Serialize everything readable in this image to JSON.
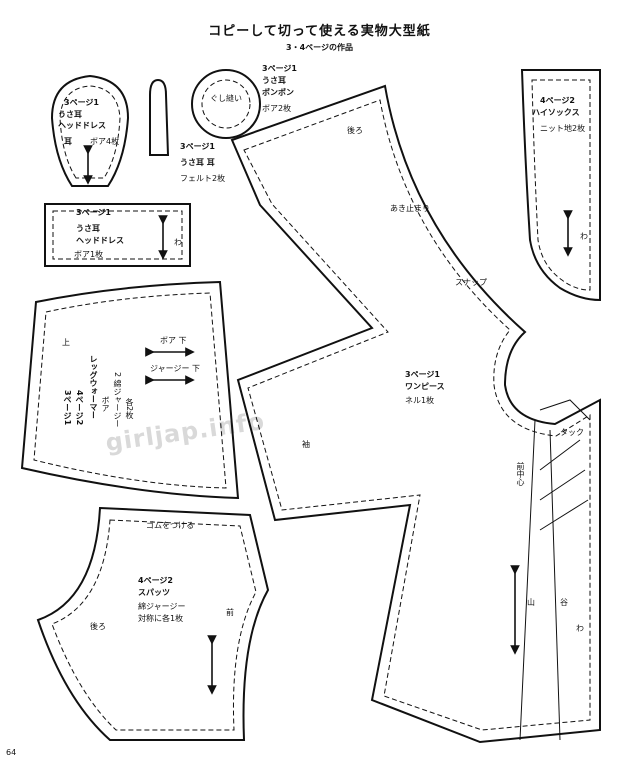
{
  "header": {
    "title": "コピーして切って使える実物大型紙",
    "subtitle": "3・4ページの作品"
  },
  "watermark": "girljap.info",
  "page_number": "64",
  "pieces": {
    "ear_hood": {
      "ref": "3ページ1",
      "name1": "うさ耳",
      "name2": "ヘッドドレス",
      "part": "耳",
      "material": "ボア4枚"
    },
    "ear_felt": {
      "ref": "3ページ1",
      "name": "うさ耳 耳",
      "material": "フェルト2枚"
    },
    "pompom": {
      "ref": "3ページ1",
      "name1": "うさ耳",
      "name2": "ポンポン",
      "material": "ボア2枚",
      "inner": "ぐし縫い"
    },
    "band": {
      "ref": "3ページ1",
      "name1": "うさ耳",
      "name2": "ヘッドドレス",
      "material": "ボア1枚",
      "fold": "わ"
    },
    "socks": {
      "ref": "4ページ2",
      "name": "ハイソックス",
      "material": "ニット地2枚",
      "fold": "わ"
    },
    "legwarmer": {
      "ref1": "3ページ1",
      "ref2": "4ページ2",
      "name": "レッグウォーマー",
      "mat1": "ボア",
      "mat2": "2 綿ジャージー",
      "count": "各2枚",
      "top_mark": "上",
      "side1": "ボア 下",
      "side2": "ジャージー 下"
    },
    "dress": {
      "ref": "3ページ1",
      "name": "ワンピース",
      "material": "ネル1枚",
      "back": "後ろ",
      "opening": "あき止まり",
      "snap": "スナップ",
      "sleeve": "袖",
      "tuck": "タック",
      "center_front": "前中心",
      "mountain": "山",
      "valley": "谷",
      "fold": "わ"
    },
    "spats": {
      "ref": "4ページ2",
      "name": "スパッツ",
      "material": "綿ジャージー",
      "count": "対称に各1枚",
      "elastic": "ゴムをつける",
      "back": "後ろ",
      "front": "前"
    }
  }
}
